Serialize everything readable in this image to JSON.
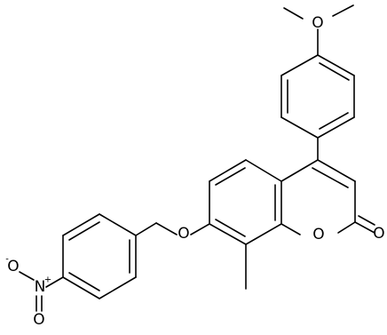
{
  "molecule": {
    "atom_labels": {
      "o_methoxy": "O",
      "o_ether": "O",
      "o_ring": "O",
      "o_carbonyl": "O",
      "n_nitro": "N",
      "n_charge": "+",
      "o_nitro_top": "O",
      "o_nitro_top_charge": "-",
      "o_nitro_bottom": "O"
    }
  }
}
